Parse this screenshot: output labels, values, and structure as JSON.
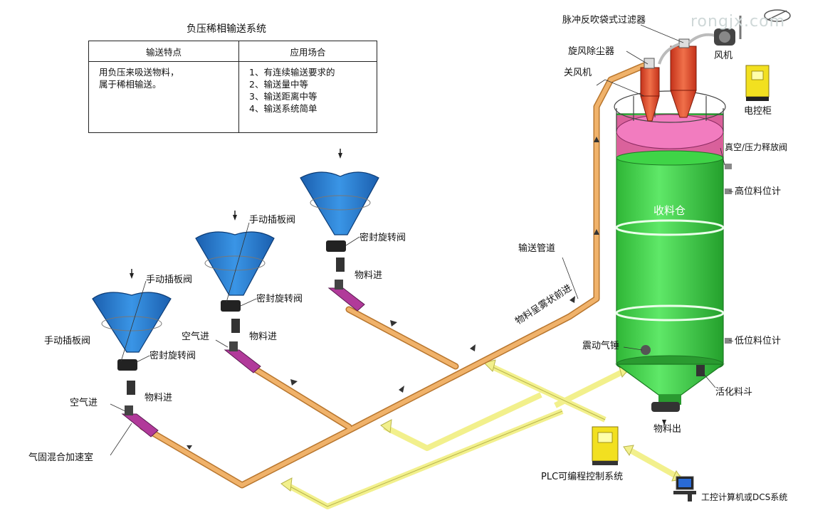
{
  "info": {
    "title": "负压稀相输送系统",
    "col1_header": "输送特点",
    "col2_header": "应用场合",
    "features": [
      "用负压来吸送物料，",
      "属于稀相输送。"
    ],
    "applications": [
      "1、有连续输送要求的",
      "2、输送量中等",
      "3、输送距离中等",
      "4、输送系统简单"
    ]
  },
  "watermark": "rongjx.com",
  "labels": {
    "pulse_filter": "脉冲反吹袋式过滤器",
    "cyclone": "旋风除尘器",
    "rotary_airlock": "关风机",
    "fan": "风机",
    "control_cabinet": "电控柜",
    "vacuum_relief_valve": "真空/压力释放阀",
    "high_level_gauge": "高位料位计",
    "silo": "收料仓",
    "conveying_pipe": "输送管道",
    "material_flow": "物料呈雾状前进",
    "vibration_hammer": "震动气锤",
    "low_level_gauge": "低位料位计",
    "fluidizing_hopper": "活化料斗",
    "material_out": "物料出",
    "plc": "PLC可编程控制系统",
    "dcs": "工控计算机或DCS系统",
    "manual_gate_1": "手动插板阀",
    "manual_gate_2": "手动插板阀",
    "manual_gate_3": "手动插板阀",
    "rotary_valve_1": "密封旋转阀",
    "rotary_valve_2": "密封旋转阀",
    "rotary_valve_3": "密封旋转阀",
    "material_in_1": "物料进",
    "material_in_2": "物料进",
    "material_in_3": "物料进",
    "air_in_1": "空气进",
    "air_in_2": "空气进",
    "mixing_chamber": "气固混合加速室"
  },
  "colors": {
    "hopper_blue": "#2a7fd4",
    "silo_green": "#3fd447",
    "silo_top_pink": "#e85aa4",
    "pipe_orange": "#e8a55a",
    "signal_yellow": "#f2f08c",
    "filter_red": "#e8442a",
    "cabinet_yellow": "#f2e020"
  }
}
